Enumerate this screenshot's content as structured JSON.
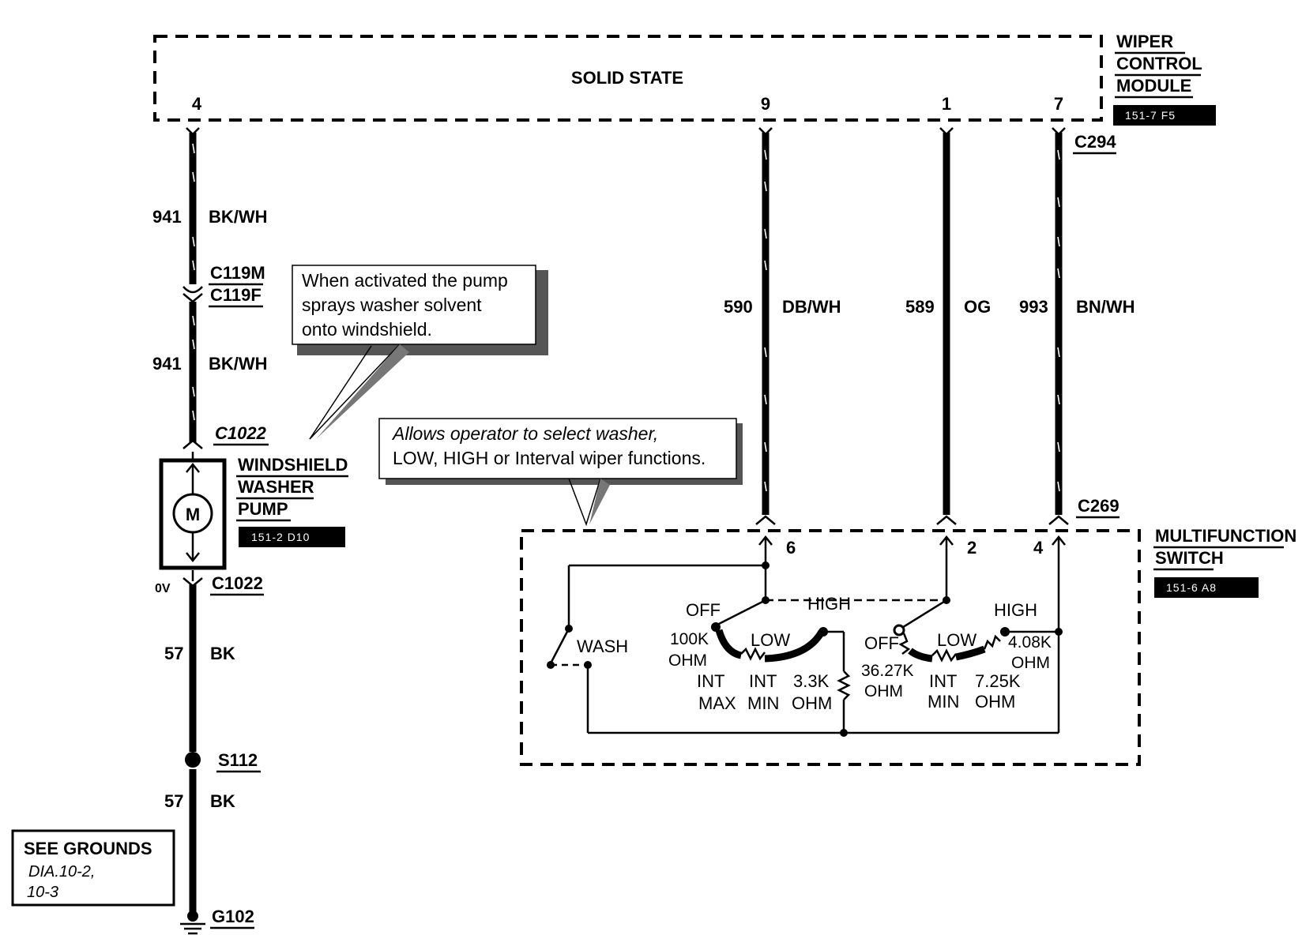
{
  "module": {
    "label": "SOLID STATE",
    "title_lines": [
      "WIPER",
      "CONTROL",
      "MODULE"
    ],
    "ref": "151-7 F5",
    "pins": [
      "4",
      "9",
      "1",
      "7"
    ],
    "connector": "C294"
  },
  "wires": {
    "w941a": {
      "circuit": "941",
      "color": "BK/WH"
    },
    "w941b": {
      "circuit": "941",
      "color": "BK/WH"
    },
    "w590": {
      "circuit": "590",
      "color": "DB/WH"
    },
    "w589": {
      "circuit": "589",
      "color": "OG"
    },
    "w993": {
      "circuit": "993",
      "color": "BN/WH"
    },
    "w57a": {
      "circuit": "57",
      "color": "BK"
    },
    "w57b": {
      "circuit": "57",
      "color": "BK"
    }
  },
  "connectors": {
    "c119m": "C119M",
    "c119f": "C119F",
    "c1022_top": "C1022",
    "c1022_bottom": "C1022",
    "c269": "C269",
    "s112": "S112",
    "g102": "G102",
    "voltage": "0V"
  },
  "pump": {
    "title_lines": [
      "WINDSHIELD",
      "WASHER",
      "PUMP"
    ],
    "ref": "151-2 D10",
    "motor_symbol": "M"
  },
  "notes": {
    "pump_lines": [
      "When activated the pump",
      "sprays washer solvent",
      "onto windshield."
    ],
    "switch_lines": [
      "Allows operator to select washer,",
      "LOW, HIGH or Interval wiper functions."
    ]
  },
  "switch": {
    "title_lines": [
      "MULTIFUNCTION",
      "SWITCH"
    ],
    "ref": "151-6 A8",
    "pins": [
      "6",
      "2",
      "4"
    ],
    "labels": {
      "off1": "OFF",
      "high1": "HIGH",
      "wash": "WASH",
      "r100k_a": "100K",
      "r100k_b": "OHM",
      "low1": "LOW",
      "int_a": "INT",
      "max": "MAX",
      "int_b": "INT",
      "min_a": "MIN",
      "r33k_a": "3.3K",
      "r33k_b": "OHM",
      "off2": "OFF",
      "low2": "LOW",
      "high2": "HIGH",
      "r408_a": "4.08K",
      "r408_b": "OHM",
      "r3627_a": "36.27K",
      "r3627_b": "OHM",
      "int_c": "INT",
      "min_b": "MIN",
      "r725_a": "7.25K",
      "r725_b": "OHM"
    }
  },
  "grounds_box": {
    "title": "SEE GROUNDS",
    "lines": [
      "DIA.10-2,",
      "10-3"
    ]
  }
}
